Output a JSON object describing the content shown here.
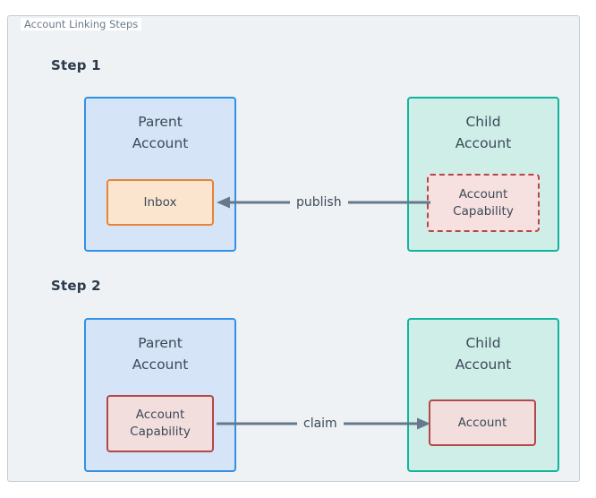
{
  "frame": {
    "legend": "Account Linking Steps"
  },
  "colors": {
    "page_background": "#ffffff",
    "frame_background": "#eef2f5",
    "frame_border": "#c4cdd6",
    "legend_text": "#6b7b8c",
    "step_label_text": "#2b3a4a",
    "parent_fill": "#d6e4f7",
    "parent_border": "#3291e6",
    "child_fill": "#cfeee8",
    "child_border": "#12b49b",
    "inbox_fill": "#fce5cf",
    "inbox_border": "#e8833a",
    "capability_fill": "#f6e0e0",
    "capability_border": "#b4474a",
    "arrow": "#66788a",
    "node_text": "#3c4a57"
  },
  "steps": [
    {
      "label": "Step 1",
      "left_node": {
        "title": "Parent\nAccount",
        "inner": {
          "label": "Inbox",
          "style": "solid-orange"
        }
      },
      "right_node": {
        "title": "Child\nAccount",
        "inner": {
          "label": "Account\nCapability",
          "style": "dashed-red"
        }
      },
      "edge": {
        "label": "publish",
        "direction": "left"
      }
    },
    {
      "label": "Step 2",
      "left_node": {
        "title": "Parent\nAccount",
        "inner": {
          "label": "Account\nCapability",
          "style": "solid-red"
        }
      },
      "right_node": {
        "title": "Child\nAccount",
        "inner": {
          "label": "Account",
          "style": "solid-red"
        }
      },
      "edge": {
        "label": "claim",
        "direction": "right"
      }
    }
  ]
}
